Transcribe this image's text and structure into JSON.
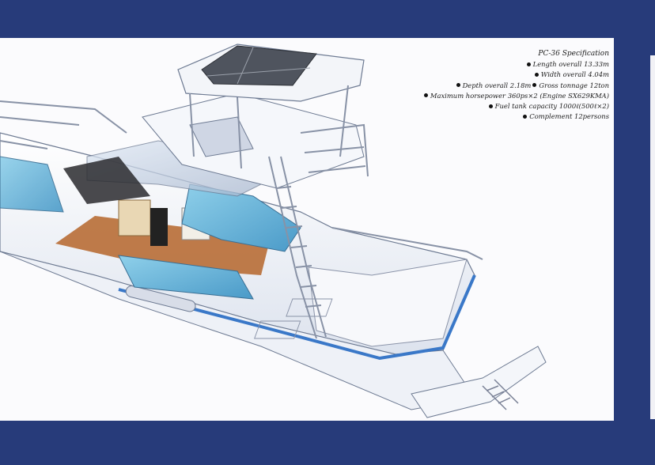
{
  "spec": {
    "title": "PC-36 Specification",
    "rows": [
      [
        "Length overall 13.33m"
      ],
      [
        "Width overall 4.04m"
      ],
      [
        "Depth overall 2.18m",
        "Gross tonnage 12ton"
      ],
      [
        "Maximum horsepower 360ps×2 (Engine SX629KMA)"
      ],
      [
        "Fuel tank capacity 1000ℓ(500ℓ×2)"
      ],
      [
        "Complement 12persons"
      ]
    ]
  },
  "colors": {
    "frame": "#273b7a",
    "page": "#fbfbfd",
    "hull_stripe": "#3a78c8",
    "upholstery": "#6ab4d8",
    "teak": "#b5652a"
  }
}
